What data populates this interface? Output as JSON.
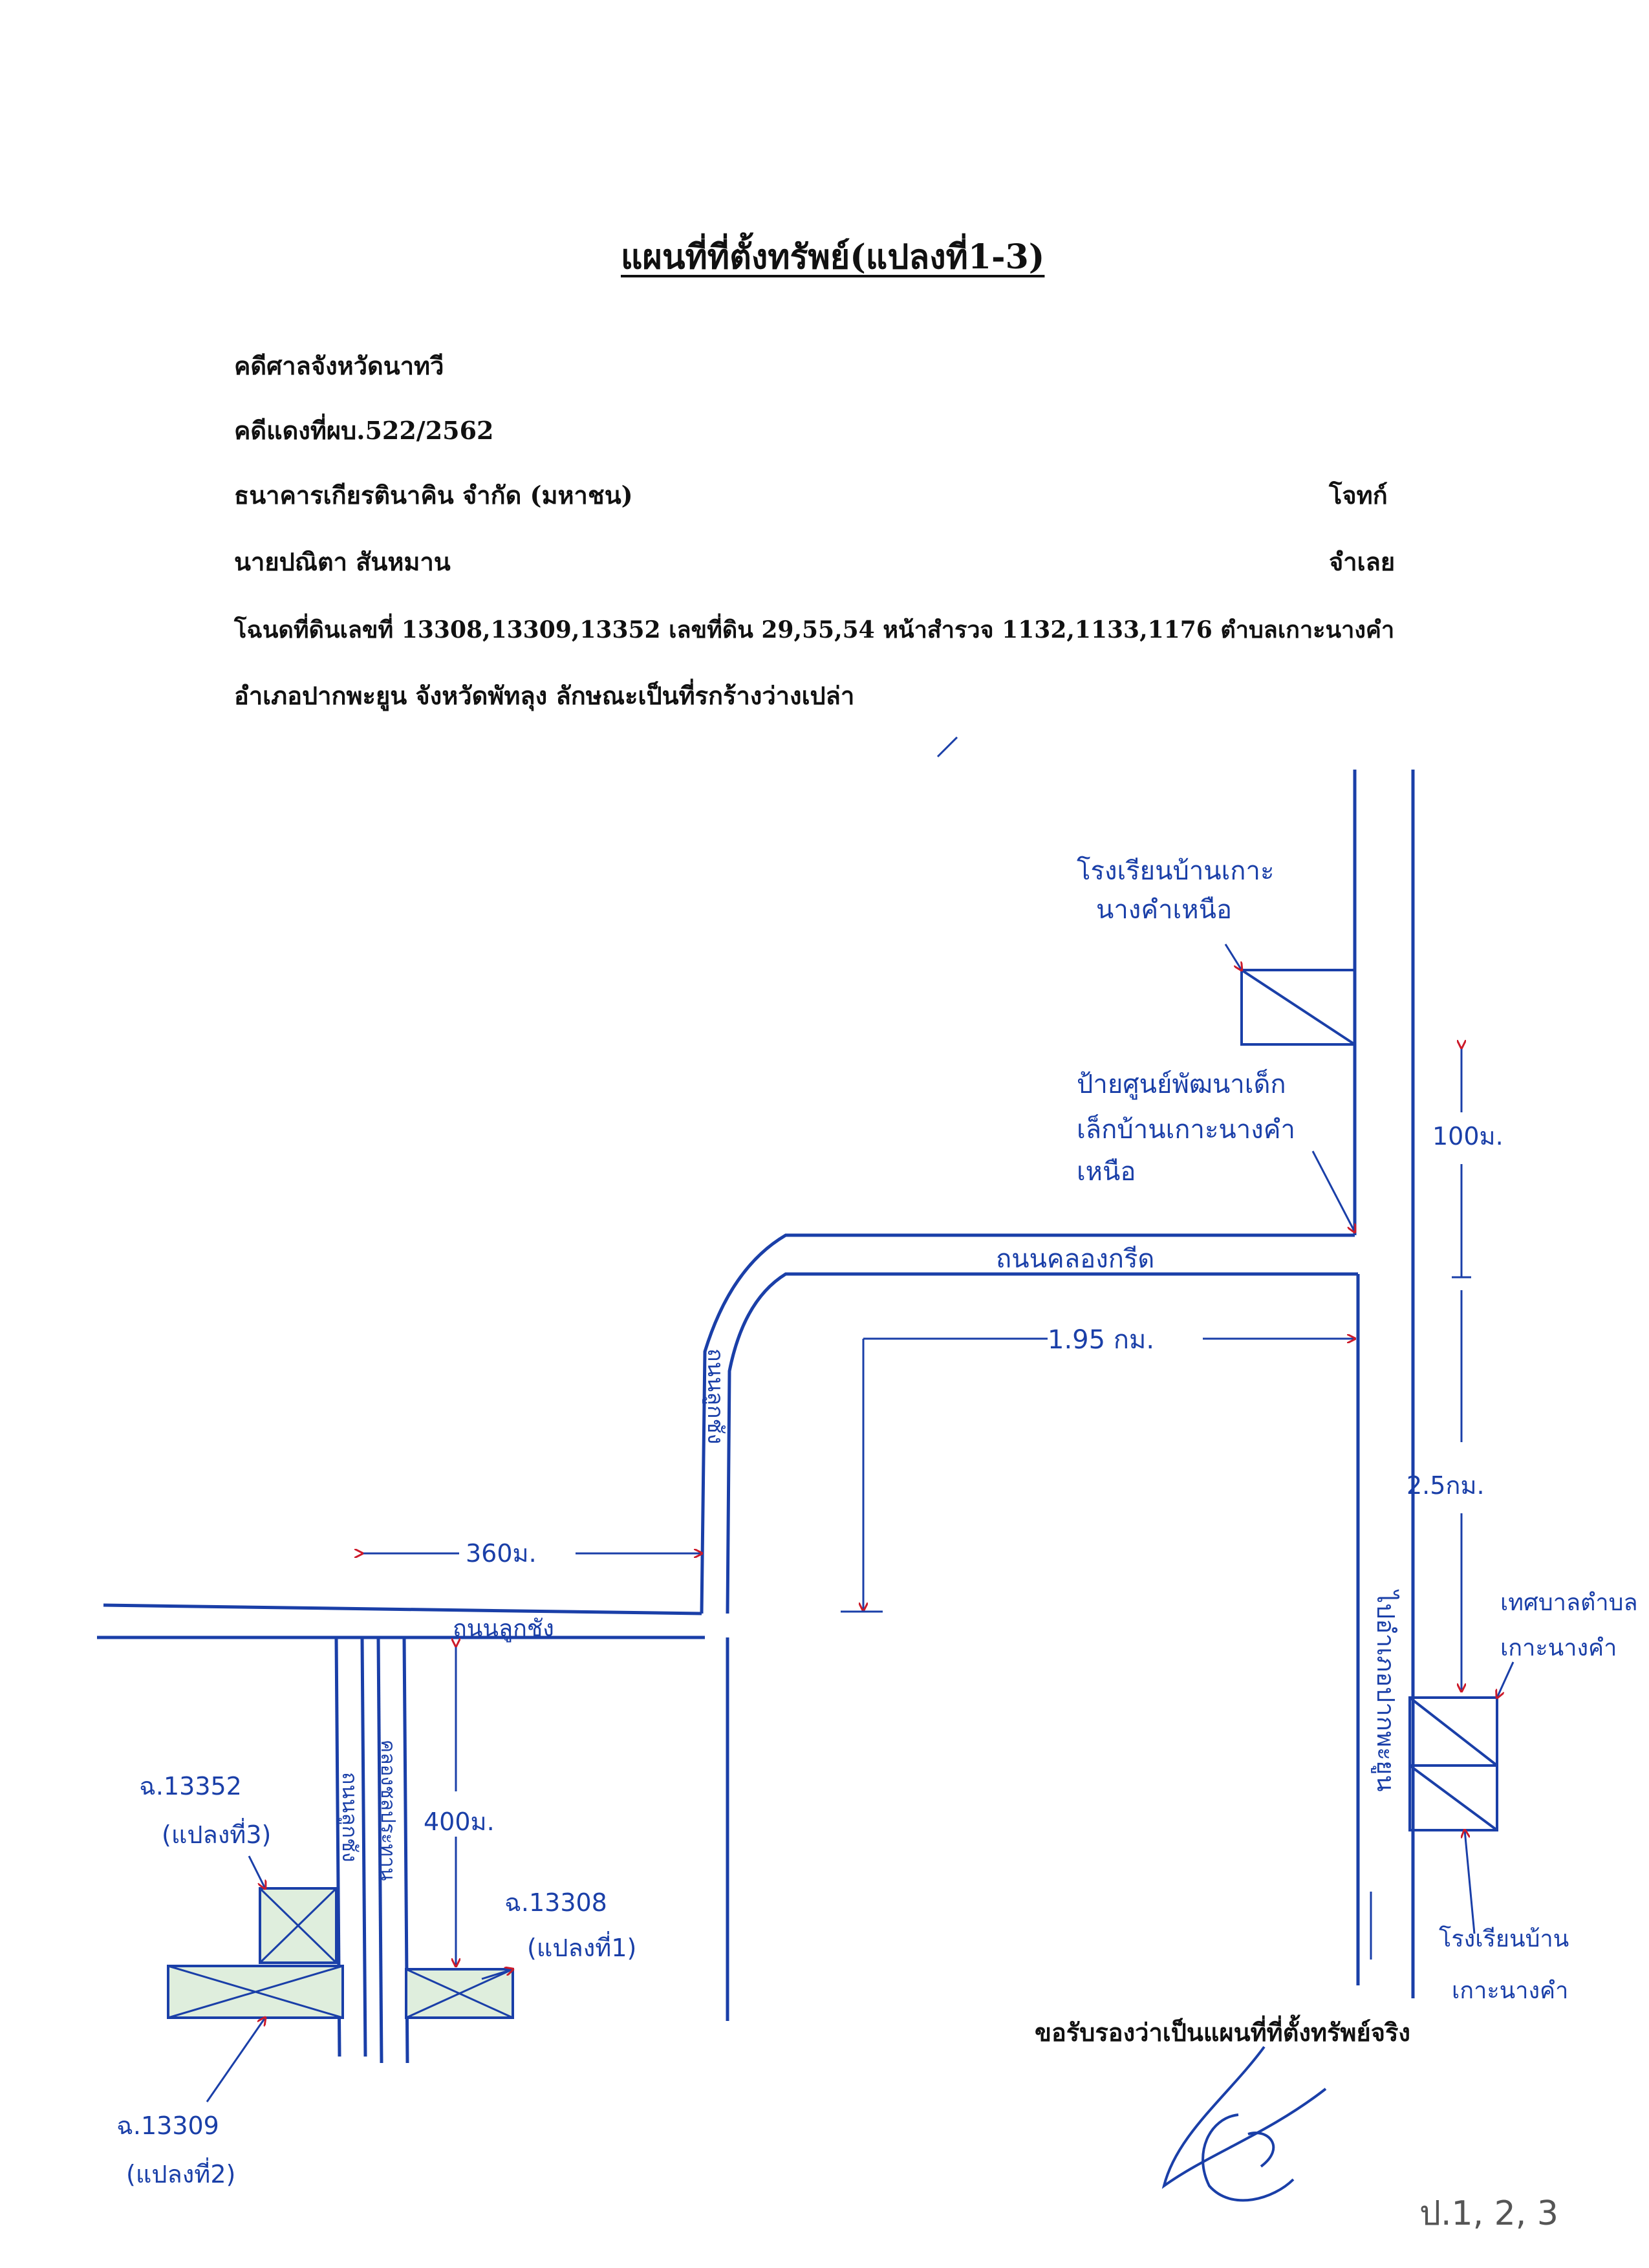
{
  "header": {
    "title": "แผนที่ที่ตั้งทรัพย์(แปลงที่1-3)",
    "court": "คดีศาลจังหวัดนาทวี",
    "case_no": "คดีแดงที่ผบ.522/2562",
    "plaintiff": "ธนาคารเกียรตินาคิน จำกัด (มหาชน)",
    "plaintiff_role": "โจทก์",
    "defendant": "นายปณิตา สันหมาน",
    "defendant_role": "จำเลย",
    "deed_line": "โฉนดที่ดินเลขที่ 13308,13309,13352 เลขที่ดิน 29,55,54 หน้าสำรวจ 1132,1133,1176 ตำบลเกาะนางคำ",
    "location_line": "อำเภอปากพะยูน จังหวัดพัทลุง ลักษณะเป็นที่รกร้างว่างเปล่า"
  },
  "map": {
    "school_north": [
      "โรงเรียนบ้านเกาะ",
      "นางคำเหนือ"
    ],
    "child_center": [
      "ป้ายศูนย์พัฒนาเด็ก",
      "เล็กบ้านเกาะนางคำ",
      "เหนือ"
    ],
    "dist_100m": "100ม.",
    "road_top": "ถนนคลองกรีด",
    "dist_195km": "1.95 กม.",
    "road_vertical": "ถนนลูกชัง",
    "dist_25km": "2.5กม.",
    "tambon_office": [
      "เทศบาลตำบล",
      "เกาะนางคำ"
    ],
    "main_road": "ไปอำเภอปากพะยูน",
    "school_south": [
      "โรงเรียนบ้าน",
      "เกาะนางคำ"
    ],
    "dist_360m": "360ม.",
    "road_mid": "ถนนลูกชัง",
    "road_left_v": "ถนนลูกชัง",
    "canal": "คลองชลประทาน",
    "dist_400m": "400ม.",
    "plot3": [
      "ฉ.13352",
      "(แปลงที่3)"
    ],
    "plot1": [
      "ฉ.13308",
      "(แปลงที่1)"
    ],
    "plot2": [
      "ฉ.13309",
      "(แปลงที่2)"
    ],
    "page_ref": "ป.1, 2, 3"
  },
  "certify": "ขอรับรองว่าเป็นแผนที่ที่ตั้งทรัพย์จริง",
  "colors": {
    "ink": "#1a3fa8",
    "arrow": "#cc1a2a",
    "plot_fill": "#dfeedd"
  }
}
